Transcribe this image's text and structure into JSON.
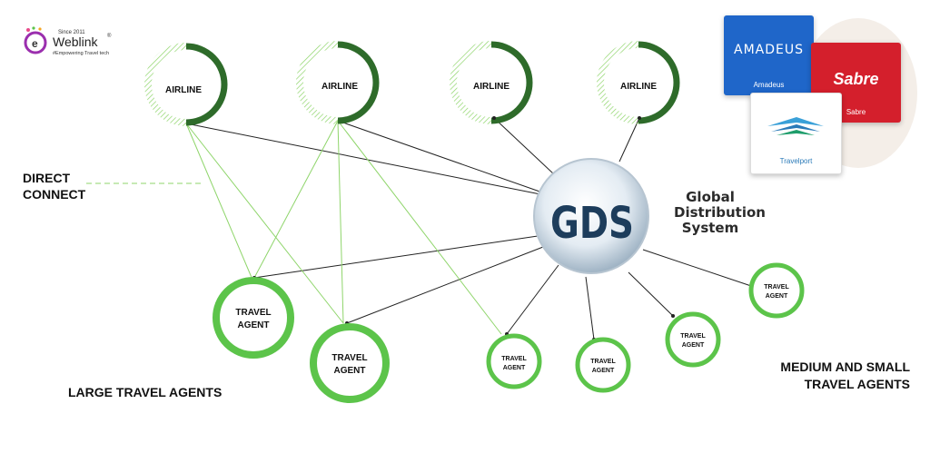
{
  "logo": {
    "since": "Since 2011",
    "name": "Weblink",
    "tagline": "#Empowering Travel tech",
    "registered": "®"
  },
  "gds": {
    "acronym": "GDS",
    "full_name_line1": "Global",
    "full_name_line2": "Distribution",
    "full_name_line3": "System"
  },
  "airlines": [
    {
      "label": "AIRLINE"
    },
    {
      "label": "AIRLINE"
    },
    {
      "label": "AIRLINE"
    },
    {
      "label": "AIRLINE"
    }
  ],
  "large_agents": [
    {
      "line1": "TRAVEL",
      "line2": "AGENT"
    },
    {
      "line1": "TRAVEL",
      "line2": "AGENT"
    }
  ],
  "small_agents": [
    {
      "line1": "TRAVEL",
      "line2": "AGENT"
    },
    {
      "line1": "TRAVEL",
      "line2": "AGENT"
    },
    {
      "line1": "TRAVEL",
      "line2": "AGENT"
    },
    {
      "line1": "TRAVEL",
      "line2": "AGENT"
    }
  ],
  "labels": {
    "direct_connect_line1": "DIRECT",
    "direct_connect_line2": "CONNECT",
    "large_travel_agents": "LARGE TRAVEL AGENTS",
    "medium_small_line1": "MEDIUM AND SMALL",
    "medium_small_line2": "TRAVEL AGENTS"
  },
  "providers": [
    {
      "wordmark": "AMADEUS",
      "name": "Amadeus"
    },
    {
      "wordmark": "Sabre",
      "name": "Sabre"
    },
    {
      "wordmark": "",
      "name": "Travelport"
    }
  ],
  "colors": {
    "green_dark": "#2e6b2a",
    "green_bright": "#5cc44a",
    "green_line": "#8fd56b",
    "gds_text": "#1d3d5c",
    "amadeus_blue": "#1f66c9",
    "sabre_red": "#d41f2c",
    "travelport_blue": "#2a7ab8"
  }
}
